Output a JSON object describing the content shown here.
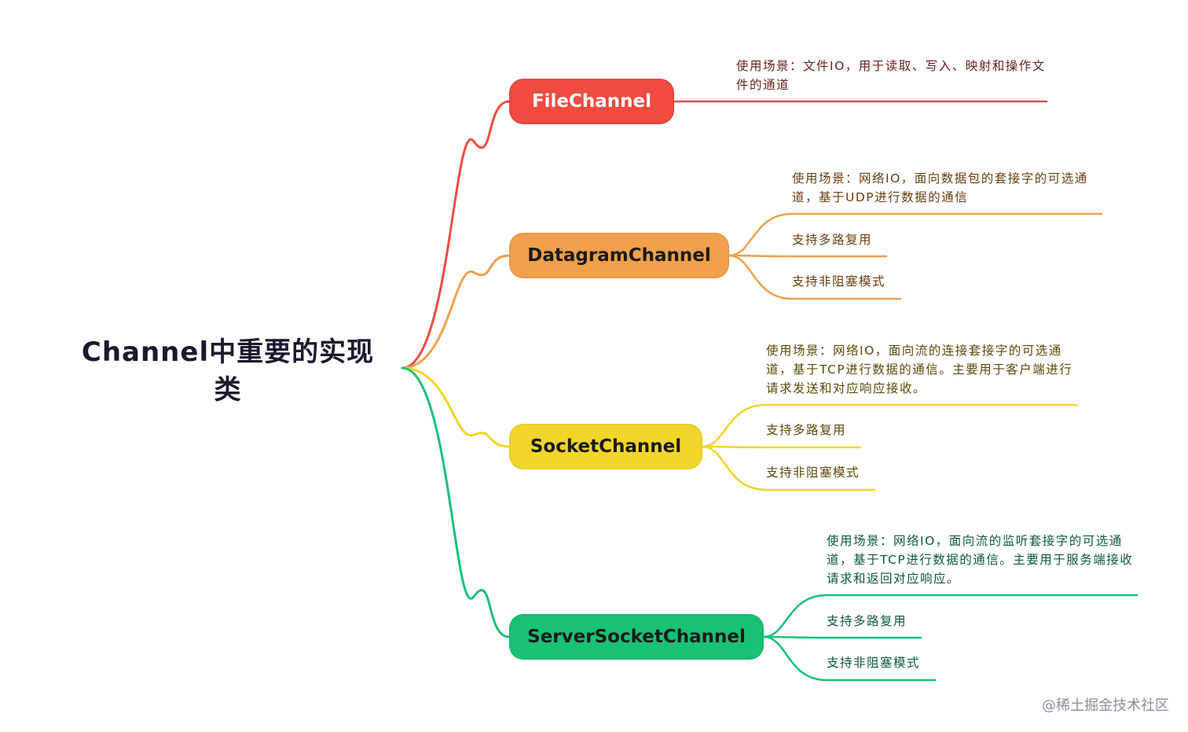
{
  "root": {
    "title": "Channel中重要的实现类"
  },
  "branches": [
    {
      "name": "FileChannel",
      "color": "#f14b41",
      "details": [
        "使用场景：文件IO，用于读取、写入、映射和操作文件的通道"
      ]
    },
    {
      "name": "DatagramChannel",
      "color": "#f3a04c",
      "details": [
        "使用场景：网络IO，面向数据包的套接字的可选通道，基于UDP进行数据的通信",
        "支持多路复用",
        "支持非阻塞模式"
      ]
    },
    {
      "name": "SocketChannel",
      "color": "#f1d52b",
      "details": [
        "使用场景：网络IO，面向流的连接套接字的可选通道，基于TCP进行数据的通信。主要用于客户端进行请求发送和对应响应接收。",
        "支持多路复用",
        "支持非阻塞模式"
      ]
    },
    {
      "name": "ServerSocketChannel",
      "color": "#19c174",
      "details": [
        "使用场景：网络IO，面向流的监听套接字的可选通道，基于TCP进行数据的通信。主要用于服务端接收请求和返回对应响应。",
        "支持多路复用",
        "支持非阻塞模式"
      ]
    }
  ],
  "watermark": "@稀土掘金技术社区"
}
